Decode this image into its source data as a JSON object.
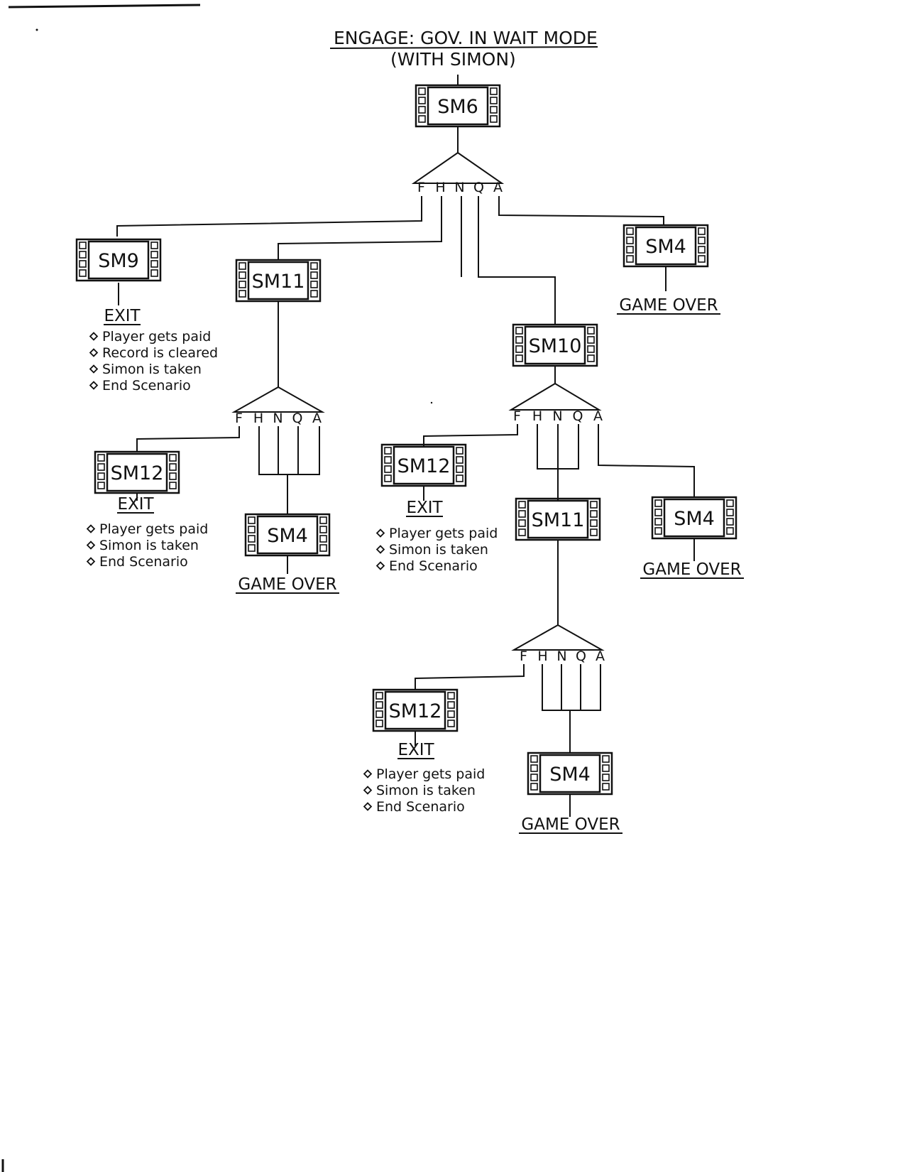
{
  "title": {
    "line1": "ENGAGE: GOV. IN WAIT MODE",
    "line2": "(WITH SIMON)"
  },
  "options": [
    "F",
    "H",
    "N",
    "Q",
    "A"
  ],
  "nodes": {
    "sm6": "SM6",
    "sm9": "SM9",
    "sm11_a": "SM11",
    "sm4_a": "SM4",
    "sm10": "SM10",
    "sm12_a": "SM12",
    "sm4_b": "SM4",
    "sm12_b": "SM12",
    "sm11_b": "SM11",
    "sm4_c": "SM4",
    "sm12_c": "SM12",
    "sm4_d": "SM4"
  },
  "outcomes": {
    "exit": "EXIT",
    "game_over": "GAME OVER"
  },
  "notes": {
    "sm9": [
      "Player gets paid",
      "Record is cleared",
      "Simon is taken",
      "End Scenario"
    ],
    "sm12": [
      "Player gets paid",
      "Simon is taken",
      "End Scenario"
    ]
  },
  "icons": {
    "scene": "film-strip-icon",
    "choice": "branch-triangle-icon",
    "bullet": "diamond-bullet-icon"
  }
}
